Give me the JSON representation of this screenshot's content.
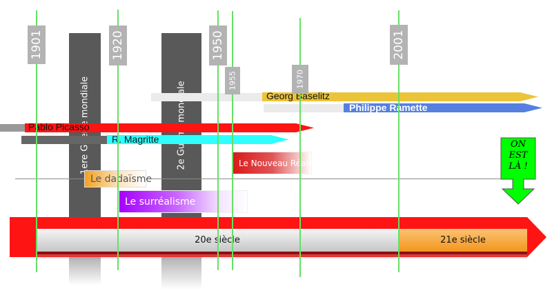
{
  "title": "Frise chronologique de l'art du XXe siècle",
  "years": [
    {
      "label": "1901"
    },
    {
      "label": "1920"
    },
    {
      "label": "1950"
    },
    {
      "label": "1955"
    },
    {
      "label": "1970"
    },
    {
      "label": "2001"
    }
  ],
  "wars": [
    {
      "label": "1ere Guerre mondiale"
    },
    {
      "label": "2e Guerre mondiale"
    }
  ],
  "artists": [
    {
      "name": "Georg Baselitz",
      "color": "#ebc43a"
    },
    {
      "name": "Philippe Ramette",
      "color": "#5580e0"
    },
    {
      "name": "Pablo Picasso",
      "color": "#ff1414"
    },
    {
      "name": "R. Magritte",
      "color": "#2effff"
    }
  ],
  "movements": [
    {
      "name": "Le Nouveau Réalisme",
      "color": "#d91a1a"
    },
    {
      "name": "Le dadaïsme",
      "color": "#f5a01e"
    },
    {
      "name": "Le surréalisme",
      "color": "#a600ff"
    }
  ],
  "centuries": [
    {
      "label": "20e siècle"
    },
    {
      "label": "21e siècle"
    }
  ],
  "marker": {
    "lines": [
      "ON",
      "EST",
      "LÀ !"
    ],
    "color": "#00ff00"
  },
  "colors": {
    "timeline_red": "#ff1414",
    "guide_green": "#66e066",
    "year_box": "#b3b3b3",
    "war_band": "#595959"
  }
}
